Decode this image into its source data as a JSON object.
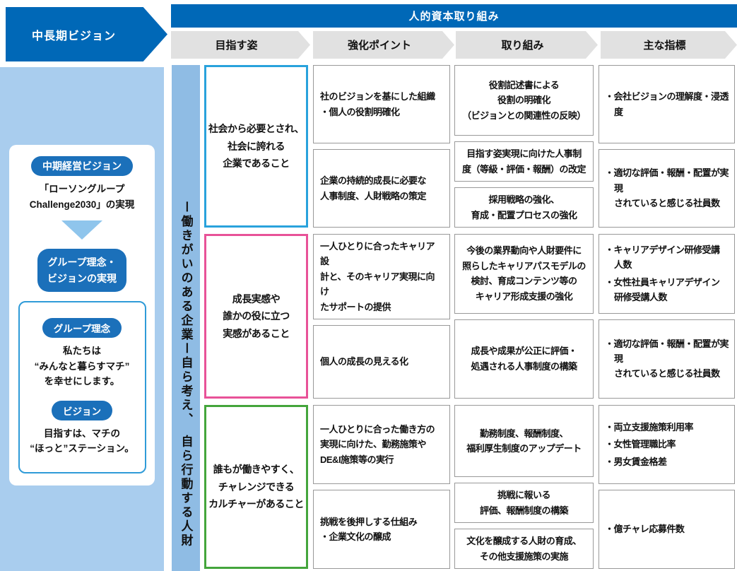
{
  "banner": {
    "label": "中長期ビジョン"
  },
  "header": {
    "title": "人的資本取り組み",
    "columns": [
      "目指す姿",
      "強化ポイント",
      "取り組み",
      "主な指標"
    ]
  },
  "vertical_label": "ー働きがいのある企業ー自ら考え、　自ら行動する人財",
  "sidebar": {
    "mid_term_pill": "中期経営ビジョン",
    "mid_term_text": "「ローソングループ\nChallenge2030」の実現",
    "group_vision_pill": "グループ理念・\nビジョンの実現",
    "philosophy_pill": "グループ理念",
    "philosophy_text": "私たちは\n“みんなと暮らすマチ”\nを幸せにします。",
    "vision_pill": "ビジョン",
    "vision_text": "目指すは、マチの\n“ほっと”ステーション。"
  },
  "colors": {
    "primary_blue": "#0068b7",
    "pill_blue": "#1b70ba",
    "sidebar_bg": "#a9cdee",
    "vertical_bar_bg": "#8fbce4",
    "chevron_bg": "#e1e1e1",
    "cell_border": "#999999",
    "row_blue": "#29a2dc",
    "row_pink": "#e85298",
    "row_green": "#44a53c"
  },
  "rows": [
    {
      "color": "#29a2dc",
      "goal": "社会から必要とされ、\n社会に誇れる\n企業であること",
      "points": [
        "社のビジョンを基にした組織\n・個人の役割明確化",
        "企業の持続的成長に必要な\n人事制度、人財戦略の策定"
      ],
      "actions": [
        "役割記述書による\n役割の明確化\n（ビジョンとの関連性の反映）",
        "目指す姿実現に向けた人事制\n度（等級・評価・報酬）の改定",
        "採用戦略の強化、\n育成・配置プロセスの強化"
      ],
      "metrics": [
        [
          "会社ビジョンの理解度・浸透度"
        ],
        [
          "適切な評価・報酬・配置が実現\nされていると感じる社員数"
        ]
      ]
    },
    {
      "color": "#e85298",
      "goal": "成長実感や\n誰かの役に立つ\n実感があること",
      "points": [
        "一人ひとりに合ったキャリア設\n計と、そのキャリア実現に向け\nたサポートの提供",
        "個人の成長の見える化"
      ],
      "actions": [
        "今後の業界動向や人財要件に\n照らしたキャリアパスモデルの\n検討、育成コンテンツ等の\nキャリア形成支援の強化",
        "成長や成果が公正に評価・\n処遇される人事制度の構築"
      ],
      "metrics": [
        [
          "キャリアデザイン研修受講\n人数",
          "女性社員キャリアデザイン\n研修受講人数"
        ],
        [
          "適切な評価・報酬・配置が実現\nされていると感じる社員数"
        ]
      ]
    },
    {
      "color": "#44a53c",
      "goal": "誰もが働きやすく、\nチャレンジできる\nカルチャーがあること",
      "points": [
        "一人ひとりに合った働き方の\n実現に向けた、勤務施策や\nDE&I施策等の実行",
        "挑戦を後押しする仕組み\n・企業文化の醸成"
      ],
      "actions": [
        "勤務制度、報酬制度、\n福利厚生制度のアップデート",
        "挑戦に報いる\n評価、報酬制度の構築",
        "文化を醸成する人財の育成、\nその他支援施策の実施"
      ],
      "metrics": [
        [
          "両立支援施策利用率",
          "女性管理職比率",
          "男女賃金格差"
        ],
        [
          "億チャレ応募件数"
        ]
      ]
    }
  ]
}
